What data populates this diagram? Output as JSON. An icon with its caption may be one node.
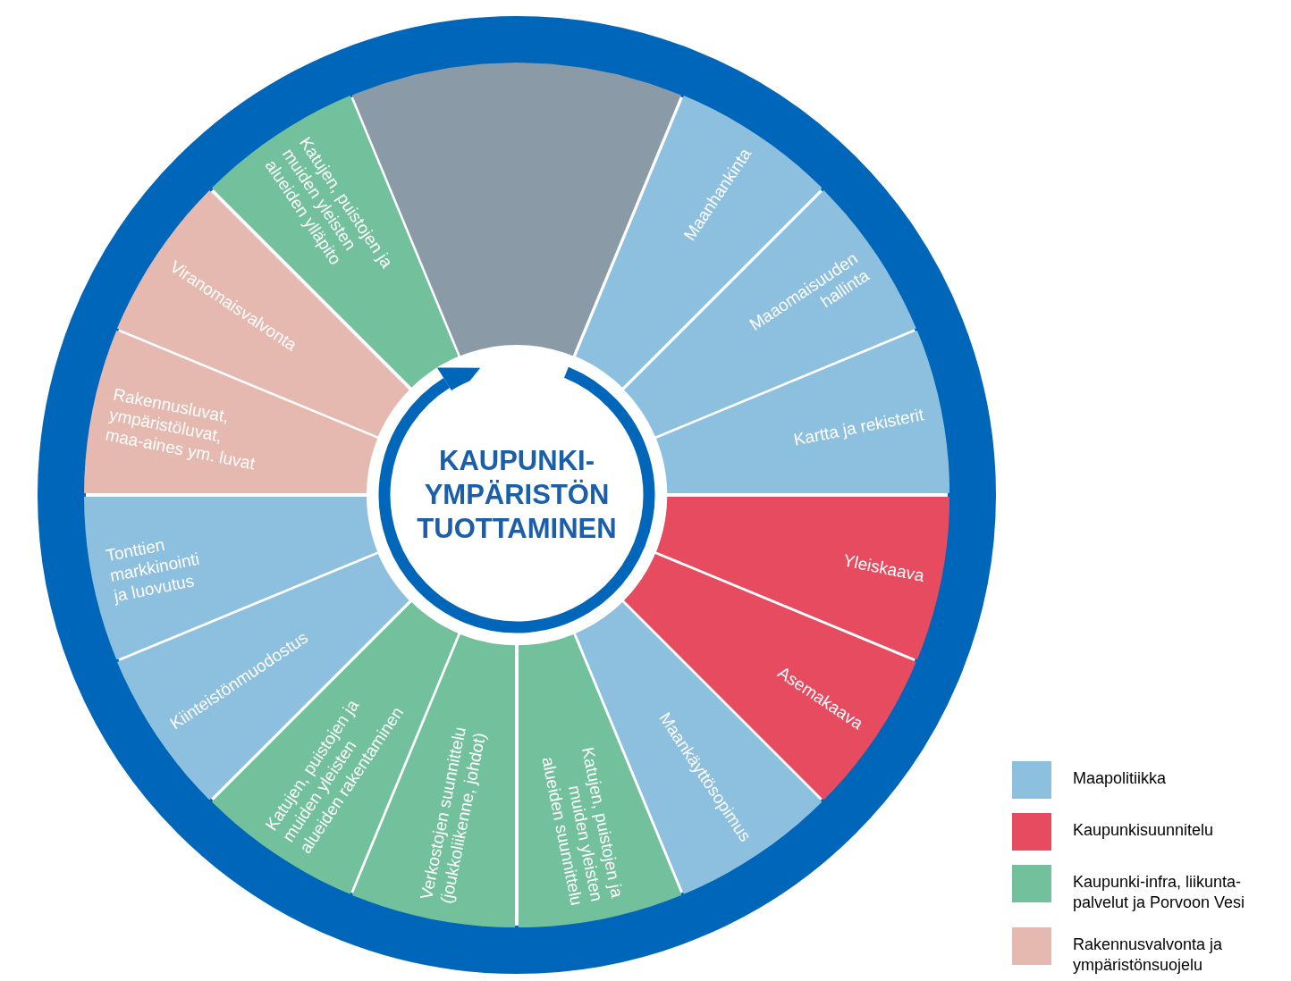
{
  "diagram": {
    "nodes": [
      {
        "text": [
          "KAUPUNKI- YMPÄRISTÖN TUOTTAMINEN"
        ]
      },
      {
        "text": [],
        "shape": "wedge"
      },
      {
        "text": [
          "Maanhankinta"
        ]
      },
      {
        "text": [
          "Maaomaisuuden hallinta"
        ]
      },
      {
        "text": [
          "Kartta ja rekisterit"
        ]
      },
      {
        "text": [
          "Yleiskaava"
        ]
      },
      {
        "text": [
          "Asemakaava"
        ]
      },
      {
        "text": [
          "Maankäyttösopimus"
        ]
      },
      {
        "text": [
          "Katujen, puistojen ja muiden yleisten alueiden suunnittelu"
        ]
      },
      {
        "text": [
          "Verkostojen suunnittelu (joukkoliikenne, johdot)"
        ]
      },
      {
        "text": [
          "Katujen, puistojen ja muiden yleisten alueiden rakentaminen"
        ]
      },
      {
        "text": [
          "Kiinteistönmuodostus"
        ]
      },
      {
        "text": [
          "Tonttien markkinointi ja luovutus"
        ]
      },
      {
        "text": [
          "Rakennusluvat, ympäristöluvat, maa-aines ym. luvat"
        ]
      },
      {
        "text": [
          "Viranomaisvalvonta"
        ]
      },
      {
        "text": [
          "Katujen, puistojen ja muiden yleisten alueiden ylläpito"
        ]
      }
    ],
    "legend": [
      {
        "text": "Maapolitiikka",
        "color": "#8dbfdf"
      },
      {
        "text": "Kaupunkisuunnitelu",
        "color": "#e64b5f"
      },
      {
        "text": "Kaupunki-infra, liikunta-palvelut ja Porvoon Vesi",
        "color": "#73c09d"
      },
      {
        "text": "Rakennusvalvonta ja ympäristönsuojelu",
        "color": "#e6b9b0"
      }
    ]
  }
}
